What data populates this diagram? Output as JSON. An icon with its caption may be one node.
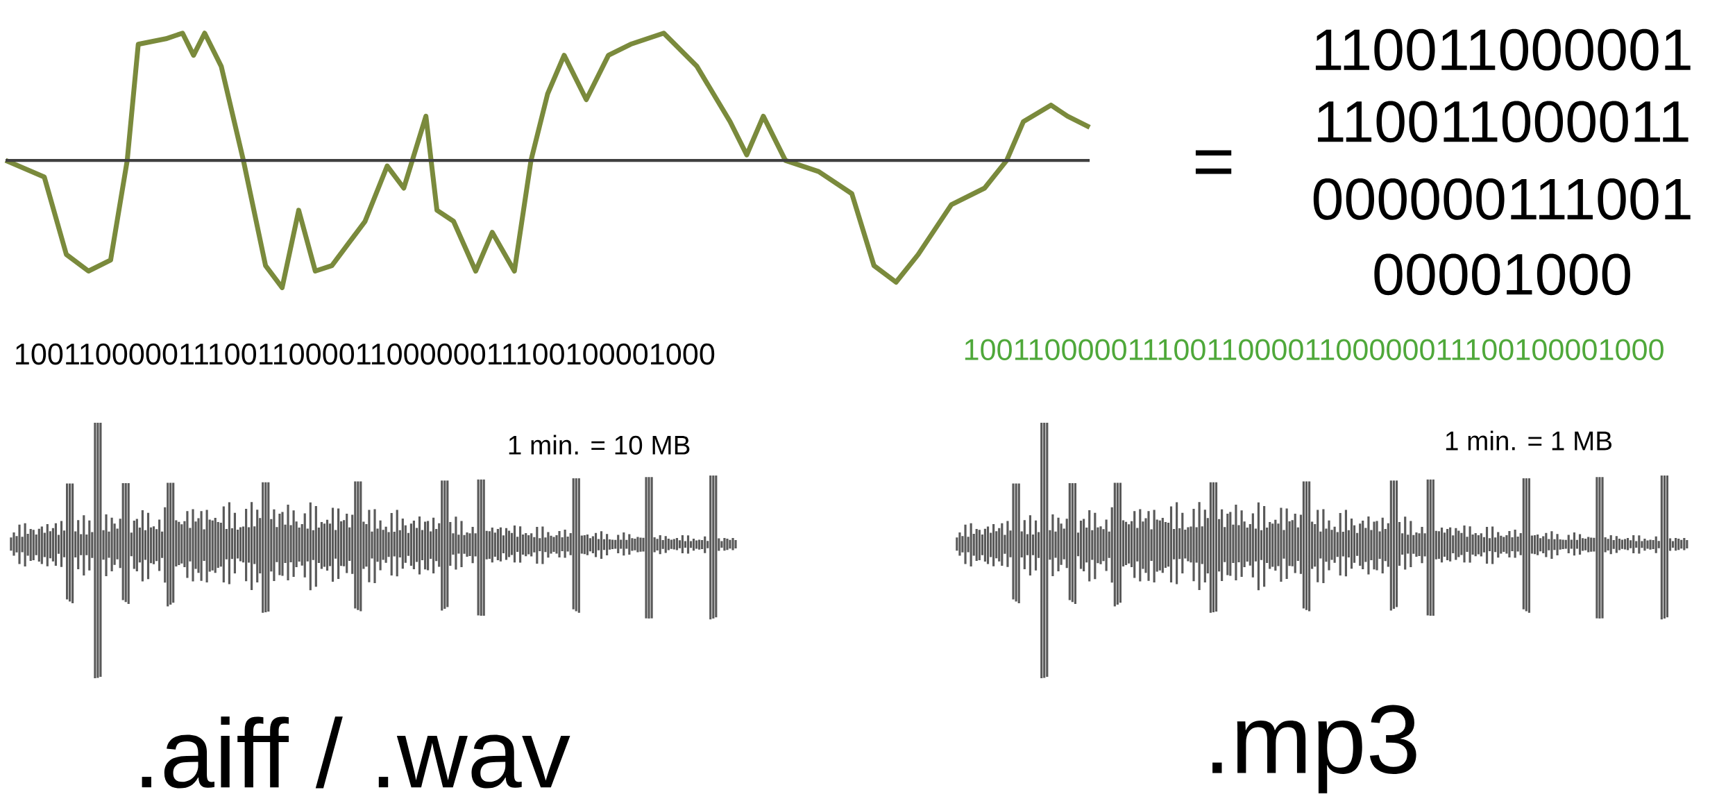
{
  "diagram": {
    "labels": [
      "=",
      "110011000001",
      "110011000011",
      "000000111001",
      "00001000",
      "1001100000111001100001100000011100100001000",
      "1001100000111001100001100000011100100001000",
      "1 min. = 10 MB",
      "1 min. = 1 MB",
      ".aiff / .wav",
      ".mp3"
    ]
  }
}
